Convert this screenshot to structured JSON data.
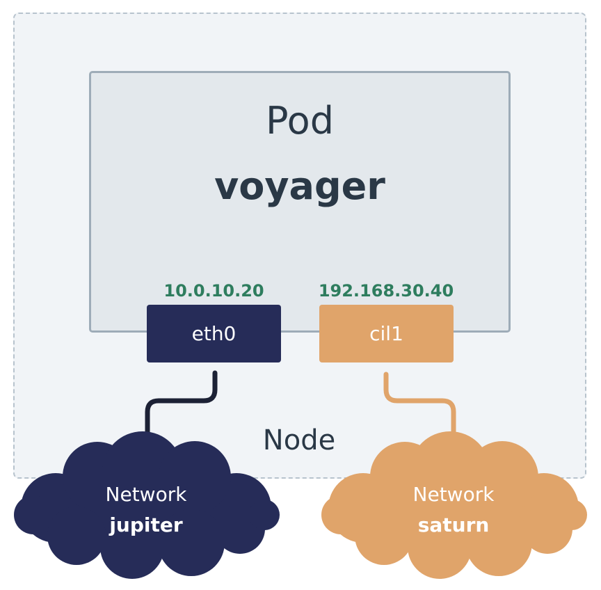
{
  "colors": {
    "navy": "#262c58",
    "orange": "#e0a46a",
    "green_ip": "#2e7d5e",
    "text_dark": "#2a3846"
  },
  "node": {
    "label": "Node"
  },
  "pod": {
    "label": "Pod",
    "name": "voyager"
  },
  "interfaces": [
    {
      "name": "eth0",
      "ip": "10.0.10.20"
    },
    {
      "name": "cil1",
      "ip": "192.168.30.40"
    }
  ],
  "networks": [
    {
      "label": "Network",
      "name": "jupiter"
    },
    {
      "label": "Network",
      "name": "saturn"
    }
  ]
}
